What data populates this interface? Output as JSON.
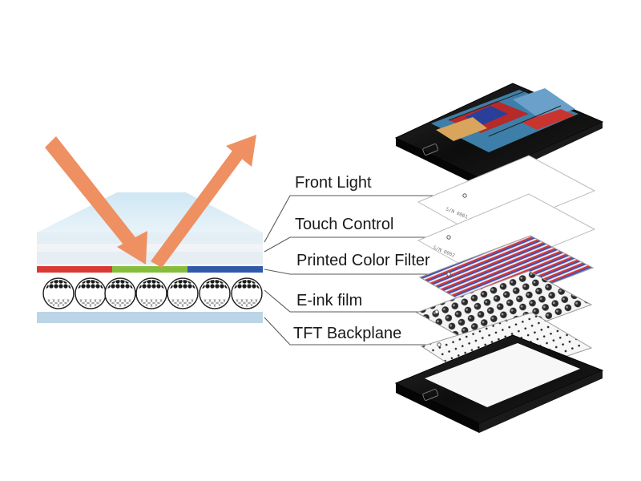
{
  "layers": [
    {
      "key": "front_light",
      "label": "Front Light"
    },
    {
      "key": "touch_control",
      "label": "Touch Control"
    },
    {
      "key": "color_filter",
      "label": "Printed Color Filter"
    },
    {
      "key": "eink_film",
      "label": "E-ink film"
    },
    {
      "key": "tft_backplane",
      "label": "TFT Backplane"
    }
  ],
  "colors": {
    "arrow": "#ee9061",
    "front_light_top": "#d6ebf6",
    "front_light_bottom": "#e8f1f7",
    "touch_layer": "#eef2f6",
    "filter_red": "#d83a33",
    "filter_green": "#86be3c",
    "filter_blue": "#2f5aa8",
    "backplane": "#bcd5e6",
    "device_body": "#111111",
    "leader_line": "#555555"
  }
}
